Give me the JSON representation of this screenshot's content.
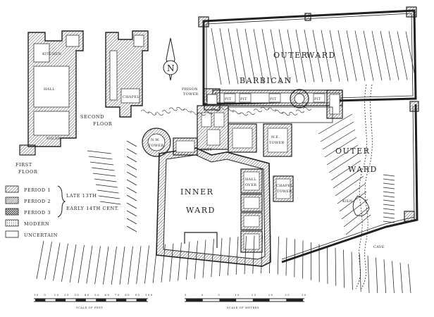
{
  "map_labels": {
    "outer_ward_top_1": "OUTER",
    "outer_ward_top_2": "WARD",
    "barbican": "BARBICAN",
    "prison_tower_1": "PRISON",
    "prison_tower_2": "TOWER",
    "pit_1": "PIT",
    "pit_2": "PIT",
    "pit_3": "PIT",
    "pit_4": "PIT",
    "outer_ward_right_1": "OUTER",
    "outer_ward_right_2": "WARD",
    "inner_ward_1": "INNER",
    "inner_ward_2": "WARD",
    "nw_tower_1": "N.W.",
    "nw_tower_2": "TOWER",
    "ne_tower_1": "N.E.",
    "ne_tower_2": "TOWER",
    "gate": "GATE",
    "hall_over_1": "HALL",
    "hall_over_2": "OVER",
    "chapel_tower_1": "CHAPEL",
    "chapel_tower_2": "TOWER",
    "kiln": "KILN",
    "cave": "CAVE",
    "kitchen": "KITCHEN",
    "hall_small": "HALL",
    "solar": "SOLAR",
    "chapel_small": "CHAPEL",
    "first_floor_1": "FIRST",
    "first_floor_2": "FLOOR",
    "second_floor_1": "SECOND",
    "second_floor_2": "FLOOR",
    "north_letter": "N"
  },
  "legend": {
    "items": [
      {
        "label": "PERIOD 1",
        "pattern": "hatch-light"
      },
      {
        "label": "PERIOD 2",
        "pattern": "hatch-dense"
      },
      {
        "label": "PERIOD 3",
        "pattern": "hatch-cross"
      },
      {
        "label": "MODERN",
        "pattern": "dots"
      },
      {
        "label": "UNCERTAIN",
        "pattern": "empty"
      }
    ],
    "bracket_1": "LATE 13TH",
    "bracket_2": "EARLY 14TH CENT."
  },
  "scales": {
    "feet": {
      "caption": "SCALE OF FEET",
      "ticks": [
        "10",
        "0",
        "10",
        "20",
        "30",
        "40",
        "50",
        "60",
        "70",
        "80",
        "90",
        "100"
      ]
    },
    "metres": {
      "caption": "SCALE OF METRES",
      "ticks": [
        "5",
        "0",
        "5",
        "10",
        "15",
        "20",
        "25",
        "30"
      ]
    }
  },
  "colors": {
    "ink": "#222222",
    "paper": "#ffffff"
  }
}
